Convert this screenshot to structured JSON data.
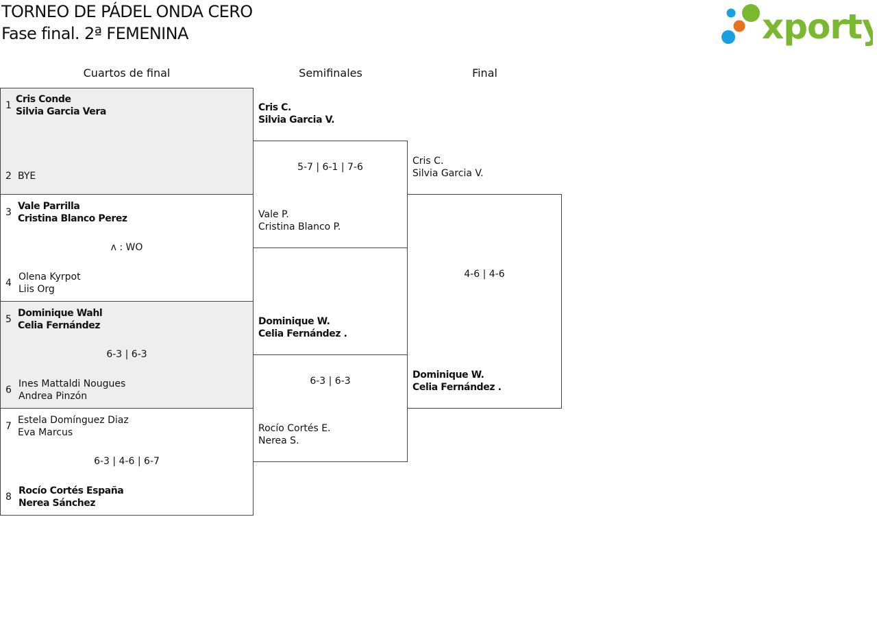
{
  "header": {
    "title": "TORNEO DE PÁDEL ONDA CERO",
    "subtitle": "Fase final. 2ª FEMENINA",
    "logo_text": "xporty"
  },
  "rounds": [
    "Cuartos de final",
    "Semifinales",
    "Final"
  ],
  "quarterfinals": [
    {
      "top": {
        "seed": "1",
        "p1": "Cris Conde",
        "p2": "Silvia Garcia Vera",
        "winner": true
      },
      "bottom": {
        "seed": "2",
        "p1": "BYE",
        "p2": "",
        "winner": false
      },
      "score": ""
    },
    {
      "top": {
        "seed": "3",
        "p1": "Vale Parrilla",
        "p2": "Cristina Blanco Perez",
        "winner": true
      },
      "bottom": {
        "seed": "4",
        "p1": "Olena Kyrpot",
        "p2": "Liis Org",
        "winner": false
      },
      "score": "ʌ : WO"
    },
    {
      "top": {
        "seed": "5",
        "p1": "Dominique Wahl",
        "p2": "Celia Fernández",
        "winner": true
      },
      "bottom": {
        "seed": "6",
        "p1": "Ines Mattaldi Nougues",
        "p2": "Andrea Pinzón",
        "winner": false
      },
      "score": "6-3 | 6-3"
    },
    {
      "top": {
        "seed": "7",
        "p1": "Estela Domínguez Diaz",
        "p2": "Eva Marcus",
        "winner": false
      },
      "bottom": {
        "seed": "8",
        "p1": "Rocío Cortés España",
        "p2": "Nerea Sánchez",
        "winner": true
      },
      "score": "6-3 | 4-6 | 6-7"
    }
  ],
  "semifinals": [
    {
      "top": {
        "p1": "Cris C.",
        "p2": "Silvia Garcia V.",
        "winner": true
      },
      "bottom": {
        "p1": "Vale P.",
        "p2": "Cristina Blanco P.",
        "winner": false
      },
      "score": "5-7 | 6-1 | 7-6"
    },
    {
      "top": {
        "p1": "Dominique W.",
        "p2": "Celia Fernández .",
        "winner": true
      },
      "bottom": {
        "p1": "Rocío Cortés E.",
        "p2": "Nerea S.",
        "winner": false
      },
      "score": "6-3 | 6-3"
    }
  ],
  "final": {
    "top": {
      "p1": "Cris C.",
      "p2": "Silvia Garcia V.",
      "winner": false
    },
    "bottom": {
      "p1": "Dominique W.",
      "p2": "Celia Fernández .",
      "winner": true
    },
    "score": "4-6 | 4-6"
  },
  "colors": {
    "logo_green": "#7ab92f",
    "logo_orange": "#e8711b",
    "logo_blue": "#1a9fe0",
    "shade": "#eeeeee",
    "border": "#444444"
  }
}
